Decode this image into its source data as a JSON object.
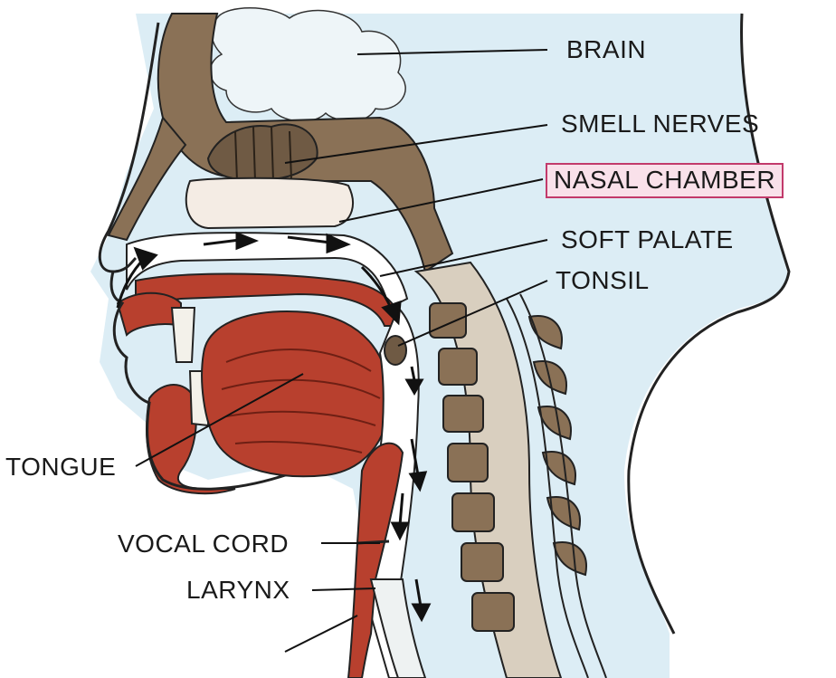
{
  "labels": {
    "brain": "BRAIN",
    "smell_nerves": "SMELL NERVES",
    "nasal_chamber": "NASAL CHAMBER",
    "soft_palate": "SOFT PALATE",
    "tonsil": "TONSIL",
    "tongue": "TONGUE",
    "vocal_cord": "VOCAL CORD",
    "larynx": "LARYNX"
  },
  "highlighted_label": "nasal_chamber",
  "colors": {
    "skin_background": "#dcedf5",
    "bone": "#8a7156",
    "tongue_muscle": "#b8402e",
    "airway": "#ffffff",
    "outline": "#222222",
    "highlight_fill": "#f9e1ea",
    "highlight_border": "#c23a6b"
  }
}
